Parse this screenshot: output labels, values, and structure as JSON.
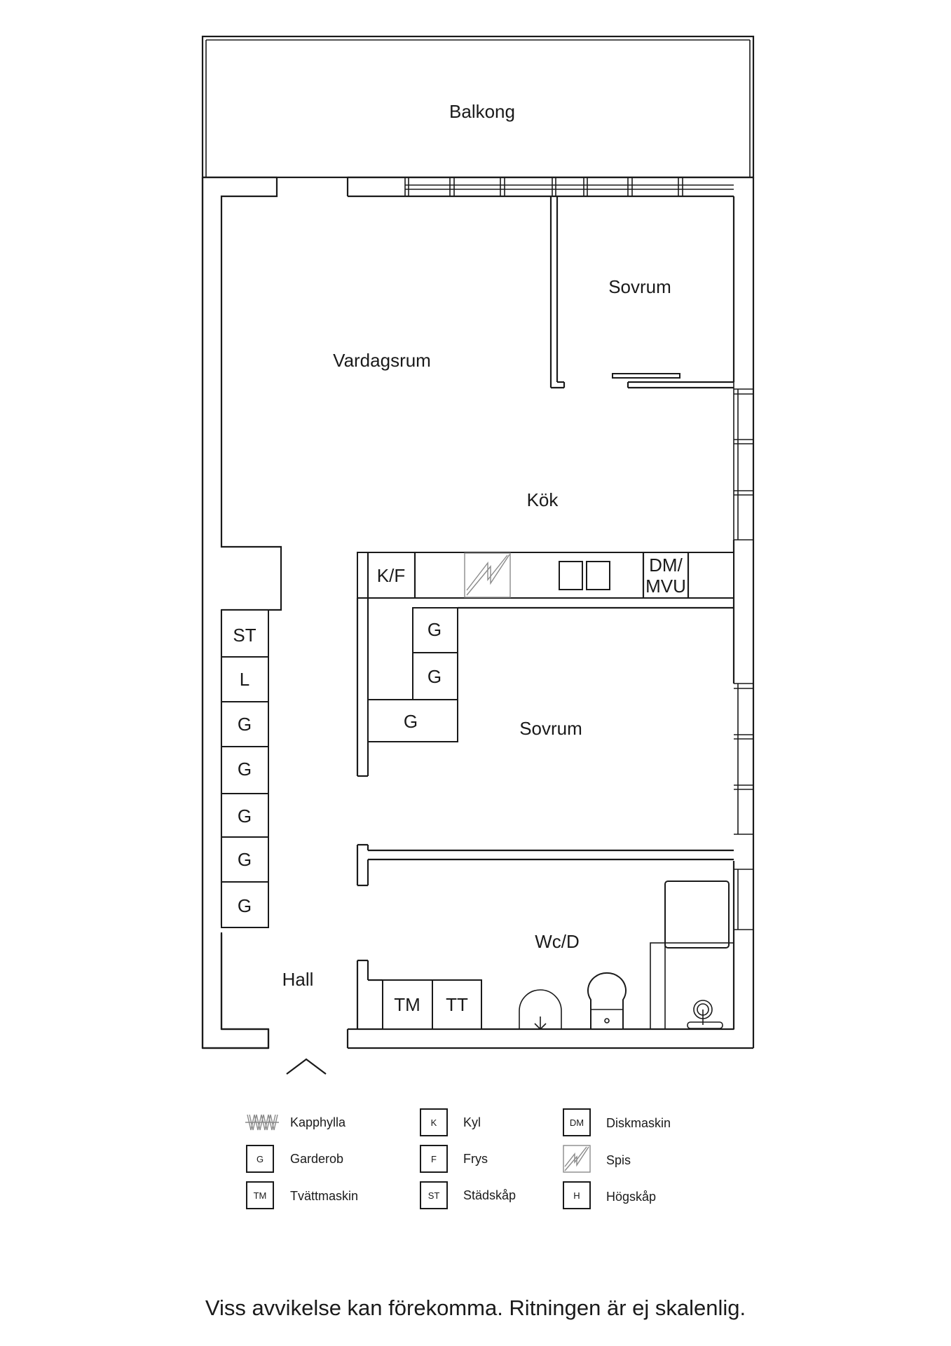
{
  "rooms": {
    "balcony": "Balkong",
    "living_room": "Vardagsrum",
    "bedroom_top": "Sovrum",
    "kitchen": "Kök",
    "bedroom_mid": "Sovrum",
    "bathroom": "Wc/D",
    "hall": "Hall"
  },
  "units": {
    "kf": "K/F",
    "dm_line1": "DM/",
    "dm_line2": "MVU",
    "st": "ST",
    "l": "L",
    "g": "G",
    "tm": "TM",
    "tt": "TT"
  },
  "legend": {
    "kapphylla": "Kapphylla",
    "garderob_code": "G",
    "garderob": "Garderob",
    "tvattmaskin_code": "TM",
    "tvattmaskin": "Tvättmaskin",
    "kyl_code": "K",
    "kyl": "Kyl",
    "frys_code": "F",
    "frys": "Frys",
    "stadskap_code": "ST",
    "stadskap": "Städskåp",
    "diskmaskin_code": "DM",
    "diskmaskin": "Diskmaskin",
    "spis": "Spis",
    "hogskap_code": "H",
    "hogskap": "Högskåp"
  },
  "disclaimer": "Viss avvikelse kan förekomma. Ritningen är ej skalenlig."
}
